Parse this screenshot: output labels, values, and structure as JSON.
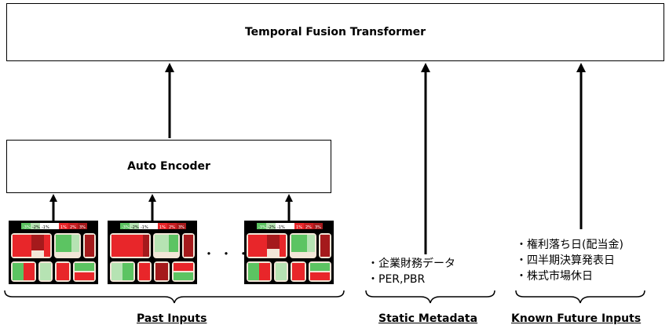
{
  "boxes": {
    "tft_title": "Temporal Fusion Transformer",
    "ae_title": "Auto Encoder"
  },
  "heatmap_legend": [
    "-3%",
    "-2%",
    "-1%",
    "1%",
    "2%",
    "3%"
  ],
  "ellipsis": "・・・",
  "static_metadata": {
    "items": [
      "・企業財務データ",
      "・PER,PBR"
    ],
    "label": "Static Metadata"
  },
  "known_future": {
    "items": [
      "・権利落ち日(配当金)",
      "・四半期決算発表日",
      "・株式市場休日"
    ],
    "label": "Known Future Inputs"
  },
  "past_inputs_label": "Past Inputs",
  "colors": {
    "red": "#e8262a",
    "dark_red": "#a51a1c",
    "green": "#5cc462",
    "light_green": "#b6e3b3",
    "frame": "#000000",
    "tile_bg": "#f2e6d8"
  }
}
